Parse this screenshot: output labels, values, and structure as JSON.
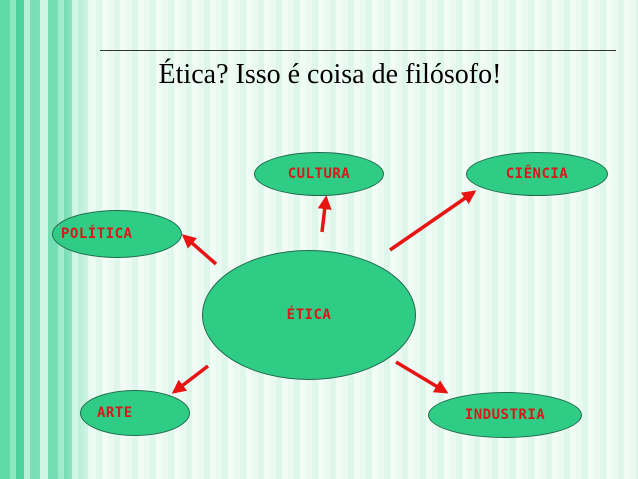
{
  "title": "Ética? Isso é coisa de filósofo!",
  "nodes": {
    "cultura": "CULTURA",
    "ciencia": "CIÊNCIA",
    "politica": "POLÍTICA",
    "etica": "ÉTICA",
    "arte": "ARTE",
    "industria": "INDUSTRIA"
  },
  "colors": {
    "node_fill": "#2fcc86",
    "node_text": "#d71919",
    "arrow": "#e81414"
  }
}
